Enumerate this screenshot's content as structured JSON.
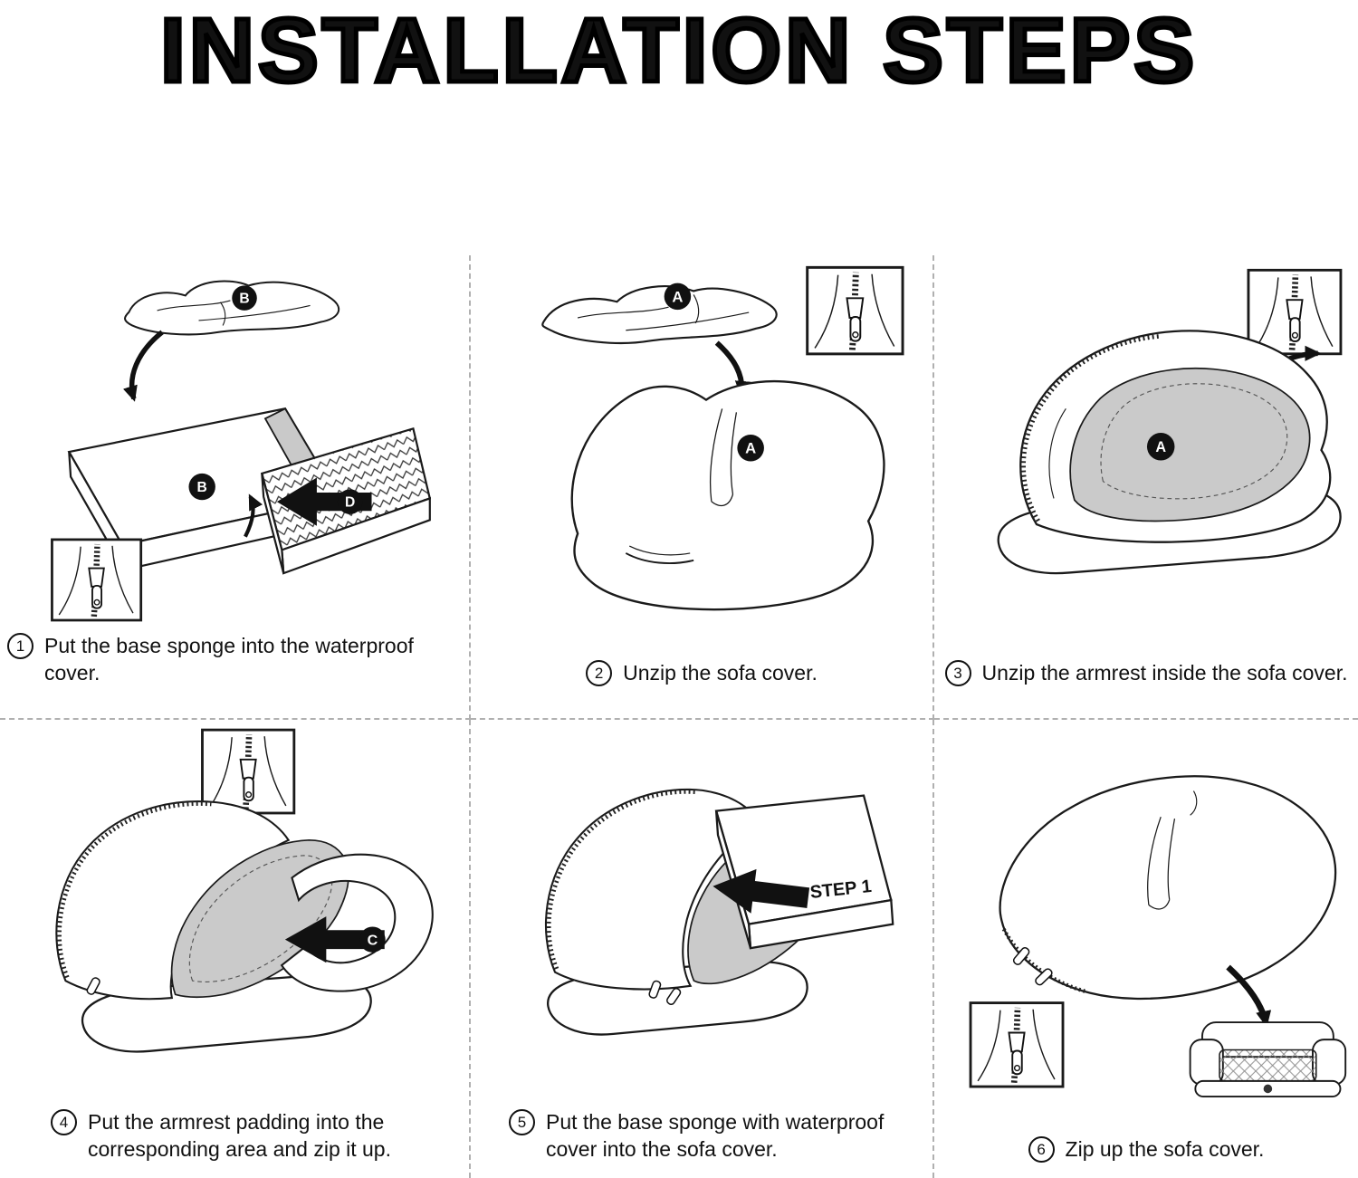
{
  "title": "INSTALLATION STEPS",
  "steps": [
    {
      "number": "1",
      "caption": "Put the base sponge into the waterproof cover.",
      "labels": {
        "cover_top": "B",
        "cover_body": "B",
        "sponge": "D"
      }
    },
    {
      "number": "2",
      "caption": "Unzip the sofa cover.",
      "labels": {
        "cover_top": "A",
        "zipper": "A"
      }
    },
    {
      "number": "3",
      "caption": "Unzip the armrest inside the sofa cover.",
      "labels": {
        "armrest_area": "A"
      }
    },
    {
      "number": "4",
      "caption": "Put the armrest padding into the corresponding area and zip it up.",
      "labels": {
        "arrow": "C"
      }
    },
    {
      "number": "5",
      "caption": "Put the base sponge with waterproof cover into the sofa cover.",
      "labels": {
        "sponge": "STEP 1"
      }
    },
    {
      "number": "6",
      "caption": "Zip up the sofa cover.",
      "labels": {}
    }
  ]
}
